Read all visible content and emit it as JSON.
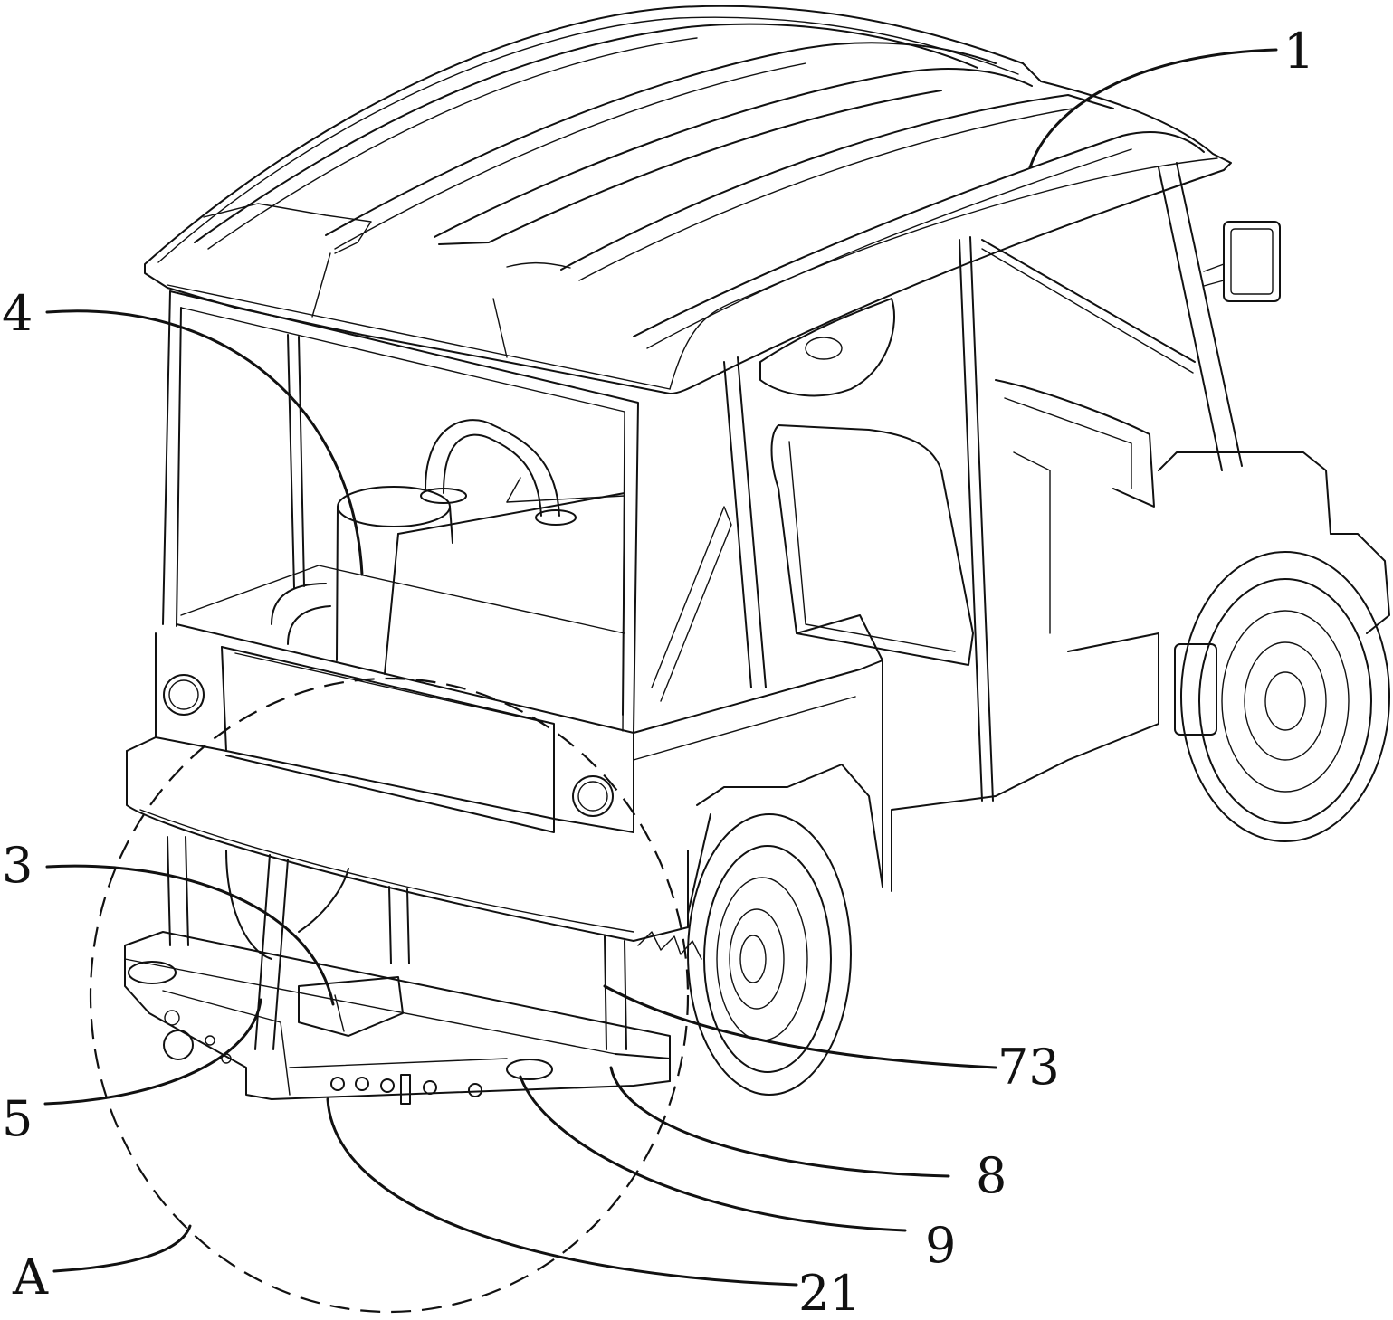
{
  "figure": {
    "reference_labels": [
      {
        "id": "1",
        "text": "1"
      },
      {
        "id": "4",
        "text": "4"
      },
      {
        "id": "3",
        "text": "3"
      },
      {
        "id": "5",
        "text": "5"
      },
      {
        "id": "73",
        "text": "73"
      },
      {
        "id": "8",
        "text": "8"
      },
      {
        "id": "9",
        "text": "9"
      },
      {
        "id": "21",
        "text": "21"
      },
      {
        "id": "A",
        "text": "A"
      }
    ]
  }
}
